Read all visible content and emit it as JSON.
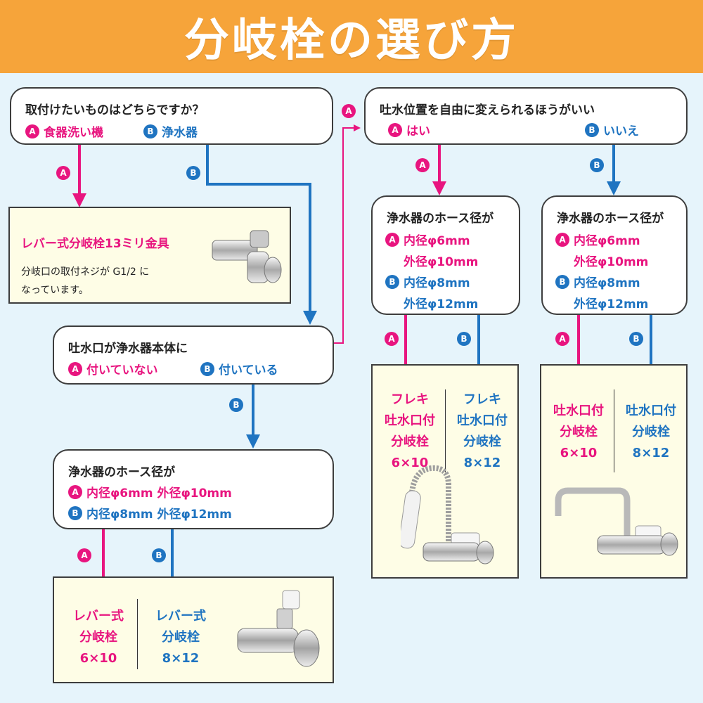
{
  "title": "分岐栓の選び方",
  "q1": {
    "question": "取付けたいものはどちらですか？",
    "optA": "食器洗い機",
    "optB": "浄水器"
  },
  "res1": {
    "title": "レバー式分岐栓13ミリ金具",
    "desc1": "分岐口の取付ネジが G1/2 に",
    "desc2": "なっています。"
  },
  "q2": {
    "question": "吐水口が浄水器本体に",
    "optA": "付いていない",
    "optB": "付いている"
  },
  "q3": {
    "question": "浄水器のホース径が",
    "optA": "内径φ6mm 外径φ10mm",
    "optB": "内径φ8mm 外径φ12mm"
  },
  "res2": {
    "a_line1": "レバー式",
    "a_line2": "分岐栓",
    "a_line3": "6×10",
    "b_line1": "レバー式",
    "b_line2": "分岐栓",
    "b_line3": "8×12"
  },
  "q4": {
    "question": "吐水位置を自由に変えられるほうがいい",
    "optA": "はい",
    "optB": "いいえ"
  },
  "q5": {
    "question": "浄水器のホース径が",
    "optA_1": "内径φ6mm",
    "optA_2": "外径φ10mm",
    "optB_1": "内径φ8mm",
    "optB_2": "外径φ12mm"
  },
  "q6": {
    "question": "浄水器のホース径が",
    "optA_1": "内径φ6mm",
    "optA_2": "外径φ10mm",
    "optB_1": "内径φ8mm",
    "optB_2": "外径φ12mm"
  },
  "res3": {
    "a_line1": "フレキ",
    "a_line2": "吐水口付",
    "a_line3": "分岐栓",
    "a_line4": "6×10",
    "b_line1": "フレキ",
    "b_line2": "吐水口付",
    "b_line3": "分岐栓",
    "b_line4": "8×12"
  },
  "res4": {
    "a_line1": "吐水口付",
    "a_line2": "分岐栓",
    "a_line3": "6×10",
    "b_line1": "吐水口付",
    "b_line2": "分岐栓",
    "b_line3": "8×12"
  },
  "badges": {
    "a": "A",
    "b": "B"
  },
  "colors": {
    "pink": "#e8157f",
    "blue": "#1f74c1",
    "orange": "#f6a43a",
    "cream": "#fefde6",
    "background": "#e6f4fb"
  }
}
